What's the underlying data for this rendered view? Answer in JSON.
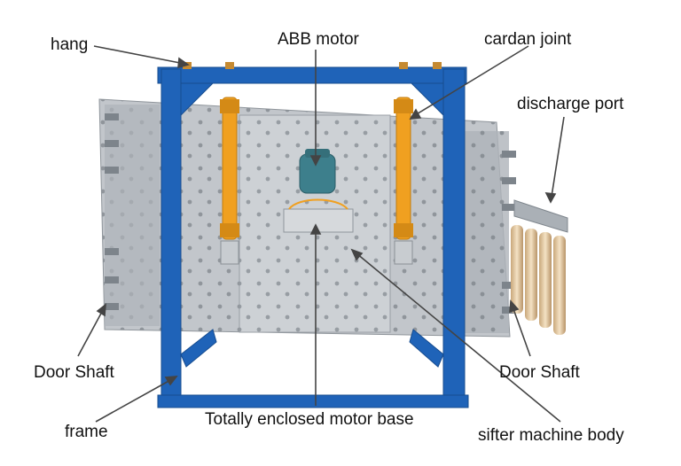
{
  "labels": {
    "hang": "hang",
    "abb_motor": "ABB motor",
    "cardan_joint": "cardan joint",
    "discharge_port": "discharge port",
    "door_shaft_left": "Door Shaft",
    "door_shaft_right": "Door Shaft",
    "frame": "frame",
    "motor_base": "Totally enclosed motor base",
    "sifter_body": "sifter machine body"
  },
  "colors": {
    "frame_blue": "#1f63b8",
    "body_grey": "#b9bec4",
    "cardan_orange": "#f0a020",
    "motor_teal": "#3d7f8c",
    "leader_line": "#444444"
  }
}
